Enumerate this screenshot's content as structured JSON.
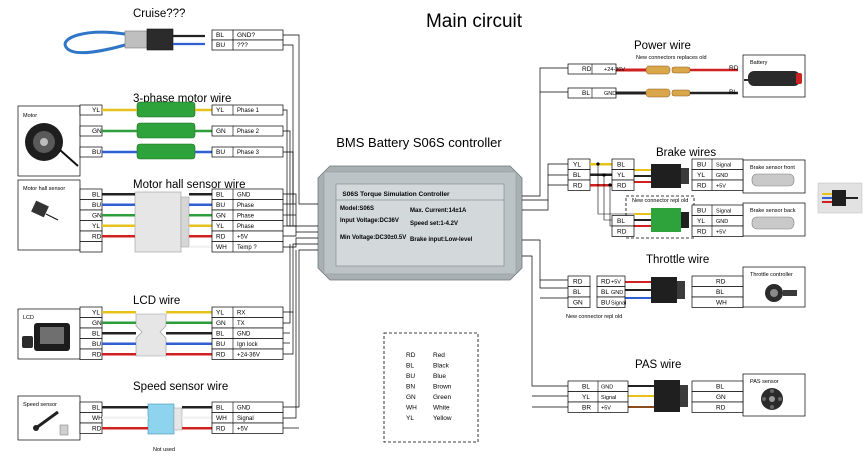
{
  "title": "Main circuit",
  "controller": {
    "label": "BMS Battery S06S controller",
    "plate_title": "S06S Torque Simulation Controller",
    "model": "Model:S06S",
    "input_voltage": "Input Voltage:DC36V",
    "min_voltage": "Min Voltage:DC30±0.5V",
    "max_current": "Max. Current:14±1A",
    "speed_set": "Speed set:1-4.2V",
    "brake_input": "Brake input:Low-level"
  },
  "cruise": {
    "heading": "Cruise???",
    "rows": [
      {
        "code": "BL",
        "signal": "GND?"
      },
      {
        "code": "BU",
        "signal": "???"
      }
    ]
  },
  "motor": {
    "heading": "3-phase motor wire",
    "box_label": "Motor",
    "rows": [
      {
        "left": "YL",
        "right": "YL",
        "signal": "Phase 1"
      },
      {
        "left": "GN",
        "right": "GN",
        "signal": "Phase 2"
      },
      {
        "left": "BU",
        "right": "BU",
        "signal": "Phase 3"
      }
    ]
  },
  "hall": {
    "heading": "Motor hall sensor wire",
    "box_label": "Motor hall sensor",
    "rows": [
      {
        "left": "BL",
        "right": "BL",
        "signal": "GND"
      },
      {
        "left": "BU",
        "right": "BU",
        "signal": "Phase"
      },
      {
        "left": "GN",
        "right": "GN",
        "signal": "Phase"
      },
      {
        "left": "YL",
        "right": "YL",
        "signal": "Phase"
      },
      {
        "left": "RD",
        "right": "RD",
        "signal": "+5V"
      },
      {
        "left": "",
        "right": "WH",
        "signal": "Temp ?"
      }
    ]
  },
  "lcd": {
    "heading": "LCD wire",
    "box_label": "LCD",
    "rows": [
      {
        "left": "YL",
        "right": "YL",
        "signal": "RX"
      },
      {
        "left": "GN",
        "right": "GN",
        "signal": "TX"
      },
      {
        "left": "BL",
        "right": "BL",
        "signal": "GND"
      },
      {
        "left": "BU",
        "right": "BU",
        "signal": "Ign lock"
      },
      {
        "left": "RD",
        "right": "RD",
        "signal": "+24-36V"
      }
    ]
  },
  "speed": {
    "heading": "Speed sensor wire",
    "box_label": "Speed sensor",
    "note": "Not used",
    "rows": [
      {
        "left": "BL",
        "right": "BL",
        "signal": "GND"
      },
      {
        "left": "WH",
        "right": "WH",
        "signal": "Signal"
      },
      {
        "left": "RD",
        "right": "RD",
        "signal": "+5V"
      }
    ]
  },
  "power": {
    "heading": "Power wire",
    "note": "New connectors replaces old",
    "box_label": "Battery",
    "rows": [
      {
        "code": "RD",
        "signal": "+24-36V",
        "right": "RD"
      },
      {
        "code": "BL",
        "signal": "GND",
        "right": "BL"
      }
    ]
  },
  "brake": {
    "heading": "Brake wires",
    "note": "New connector repl old",
    "left_codes": [
      "YL",
      "BL",
      "RD"
    ],
    "front": {
      "box_label": "Brake sensor front",
      "rows": [
        {
          "left": "BL",
          "right": "BU",
          "signal": "Signal"
        },
        {
          "left": "YL",
          "right": "YL",
          "signal": "GND"
        },
        {
          "left": "RD",
          "right": "RD",
          "signal": "+5V"
        }
      ]
    },
    "back": {
      "box_label": "Brake sensor back",
      "rows": [
        {
          "left": "",
          "right": "BU",
          "signal": "Signal"
        },
        {
          "left": "BL",
          "right": "YL",
          "signal": "GND"
        },
        {
          "left": "RD",
          "right": "RD",
          "signal": "+5V"
        }
      ]
    }
  },
  "throttle": {
    "heading": "Throttle wire",
    "note": "New connector repl old",
    "box_label": "Throttle controller",
    "rows": [
      {
        "code": "RD",
        "left": "RD",
        "signal": "+5V",
        "right": "RD"
      },
      {
        "code": "BL",
        "left": "BL",
        "signal": "GND",
        "right": "BL"
      },
      {
        "code": "GN",
        "left": "BU",
        "signal": "Signal",
        "right": "WH"
      }
    ]
  },
  "pas": {
    "heading": "PAS wire",
    "box_label": "PAS sensor",
    "rows": [
      {
        "code": "BL",
        "signal": "GND",
        "right": "BL"
      },
      {
        "code": "YL",
        "signal": "Signal",
        "right": "GN"
      },
      {
        "code": "BR",
        "signal": "+5V",
        "right": "RD"
      }
    ]
  },
  "legend": [
    {
      "code": "RD",
      "name": "Red"
    },
    {
      "code": "BL",
      "name": "Black"
    },
    {
      "code": "BU",
      "name": "Blue"
    },
    {
      "code": "BN",
      "name": "Brown"
    },
    {
      "code": "GN",
      "name": "Green"
    },
    {
      "code": "WH",
      "name": "White"
    },
    {
      "code": "YL",
      "name": "Yellow"
    }
  ],
  "colors": {
    "controller_body": "#a8b0b4",
    "controller_face": "#d3d8db",
    "connector_white": "#e6e6e6",
    "connector_green": "#2fa33b",
    "cruise_wire": "#2f76c9",
    "wire_red": "#d02020",
    "wire_black": "#222222",
    "wire_blue": "#2f5fd0",
    "wire_green": "#2e9e3a",
    "wire_yellow": "#e6c21a",
    "wire_white": "#f2f2f2",
    "wire_brown": "#8a4b1d",
    "callout_highlight": "#f3e66c"
  },
  "icons": [
    "motor-hub-icon",
    "hall-sensor-icon",
    "lcd-display-icon",
    "speed-sensor-icon",
    "battery-pack-icon",
    "brake-sensor-icon",
    "throttle-icon",
    "pas-disc-icon",
    "brake-connector-photo-icon"
  ]
}
